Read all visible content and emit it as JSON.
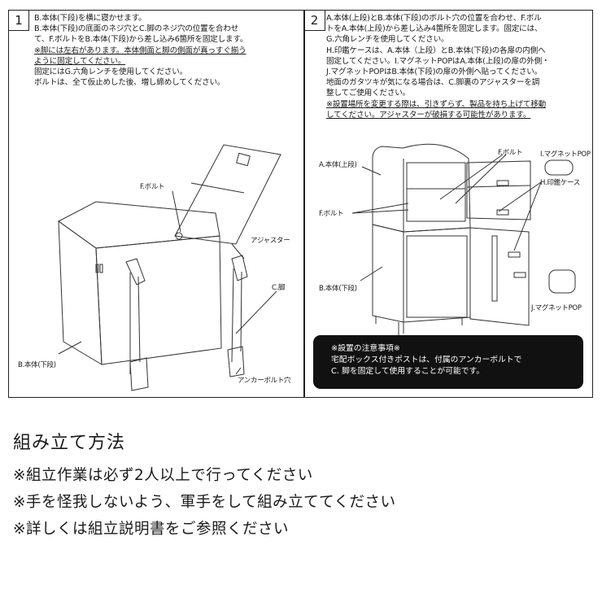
{
  "step1": {
    "number": "1",
    "lines": [
      "B.本体(下段)を横に寝かせます。",
      "B.本体(下段)の底面のネジ穴とC.脚のネジ穴の位置を合わせ",
      "て、F.ボルトをB.本体(下段)から差し込み6箇所を固定します。",
      "※脚には左右があります。本体側面と脚の側面が真っすぐ揃う",
      "ように固定してください。",
      "固定にはG.六角レンチを使用してください。",
      "ボルトは、全て仮止めした後、増し締めしてください。"
    ],
    "labels": {
      "bolt": "F.ボルト",
      "adjuster": "アジャスター",
      "leg": "C.脚",
      "body_lower": "B.本体(下段)",
      "anchor_hole": "アンカーボルト穴"
    }
  },
  "step2": {
    "number": "2",
    "lines": [
      "A.本体(上段)とB.本体(下段)のボルト穴の位置を合わせ、F.ボル",
      "トをA.本体(上段)から差し込み4箇所を固定します。固定には、",
      "G.六角レンチを使用してください。",
      "H.印鑑ケースは、A.本体（上段）とB.本体(下段)の各扉の内側へ",
      "固定してください。I.マグネットPOPはA.本体(上段)の扉の外側・",
      "J.マグネットPOPはB.本体(下段)の扉の外側へ貼ってください。",
      "地面のガタツキが気になる場合は、C.脚裏のアジャスターを調",
      "整してご使用ください。",
      "※設置場所を変更する際は、引きずらず、製品を持ち上げて移動",
      "してください。アジャスターが破損する可能性があります。"
    ],
    "labels": {
      "body_upper": "A.本体(上段)",
      "bolt_top": "F.ボルト",
      "magnet_i": "I.マグネットPOP",
      "seal_case": "H.印鑑ケース",
      "bolt_left": "F.ボルト",
      "body_lower": "B.本体(下段)",
      "magnet_j": "J.マグネットPOP"
    },
    "notice": [
      "※設置の注意事項※",
      "宅配ボックス付きポストは、付属のアンカーボルトで",
      "C. 脚を固定して使用することが可能です。"
    ]
  },
  "section": {
    "title": "組み立て方法",
    "notes": [
      "※組立作業は必ず2人以上で行ってください",
      "※手を怪我しないよう、軍手をして組み立ててください",
      "※詳しくは組立説明書をご参照ください"
    ]
  }
}
